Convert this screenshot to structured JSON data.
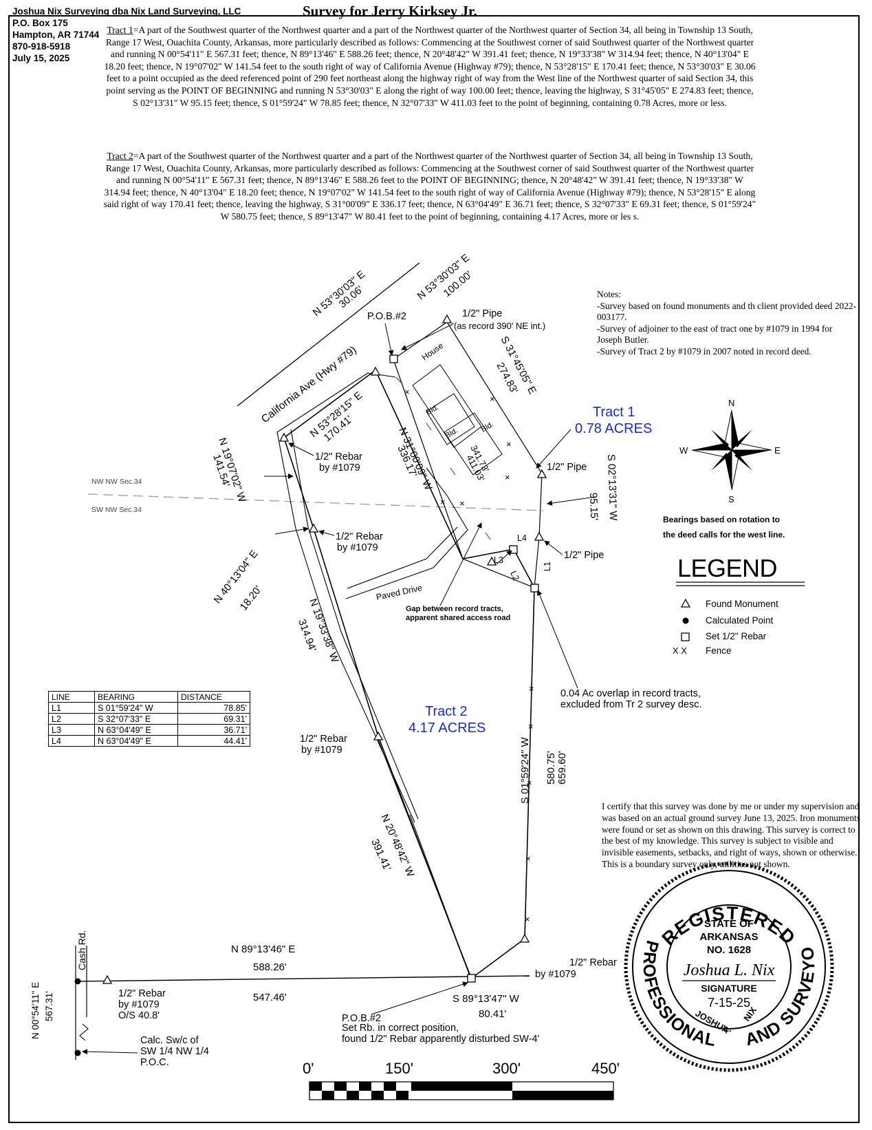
{
  "header": {
    "company": "Joshua Nix Surveying dba Nix Land Surveying, LLC",
    "address1": "P.O. Box 175",
    "address2": "Hampton, AR 71744",
    "phone": "870-918-5918",
    "date": "July 15, 2025"
  },
  "title": "Survey for Jerry Kirksey Jr.",
  "tract1_desc": {
    "label": "Tract 1",
    "text": "=A part of the Southwest quarter of the Northwest quarter and a part of the Northwest quarter of the Northwest quarter of Section 34, all being in Township 13 South, Range 17 West, Ouachita County, Arkansas, more particularly described as follows: Commencing at the Southwest corner of said Southwest quarter of the Northwest quarter and running N 00°54'11\" E 567.31 feet; thence, N 89°13'46\" E 588.26 feet; thence, N 20°48'42\" W 391.41 feet; thence, N 19°33'38\" W 314.94 feet; thence, N 40°13'04\" E 18.20 feet; thence, N 19°07'02\" W 141.54 feet to the south right of way of California Avenue (Highway #79); thence, N 53°28'15\" E 170.41 feet; thence, N 53°30'03\" E 30.06 feet to a point occupied as the deed referenced point of 290 feet northeast along the highway right of way from the West line of the Northwest quarter of said Section 34, this point serving as the POINT OF BEGINNING and running N 53°30'03\" E along the right of way 100.00 feet; thence, leaving the highway, S 31°45'05\" E 274.83 feet; thence, S 02°13'31\" W 95.15 feet; thence, S 01°59'24\" W 78.85 feet; thence, N 32°07'33\" W 411.03 feet to the point of beginning, containing 0.78 Acres, more or less."
  },
  "tract2_desc": {
    "label": "Tract 2",
    "text": "=A part of the Southwest quarter of the Northwest quarter and a part of the Northwest quarter of the Northwest quarter of Section 34, all being in Township 13 South, Range 17 West, Ouachita County, Arkansas, more particularly described as follows: Commencing at the Southwest corner of said Southwest quarter of the Northwest quarter and running N 00°54'11\" E 567.31 feet; thence, N 89°13'46\" E 588.26 feet to the POINT OF BEGINNING; thence, N 20°48'42\" W 391.41 feet; thence, N 19°33'38\" W 314.94 feet; thence, N 40°13'04\" E 18.20 feet; thence, N 19°07'02\" W 141.54 feet to the south right of way of California Avenue (Highway #79); thence, N 53°28'15\" E along said right of way 170.41 feet; thence, leaving the highway, S 31°00'09\" E 336.17 feet; thence, N 63°04'49\" E 36.71 feet; thence, S 32°07'33\" E 69.31 feet; thence, S 01°59'24\" W 580.75 feet; thence, S 89°13'47\" W 80.41 feet to the point of beginning, containing 4.17 Acres, more or les s."
  },
  "notes": {
    "heading": "Notes:",
    "items": [
      "-Survey based on found monuments and th client provided deed 2022-003177.",
      "-Survey of adjoiner to the east of tract one by #1079 in 1994 for Joseph Butler.",
      "-Survey of Tract 2 by #1079 in 2007 noted in record deed."
    ]
  },
  "bearing_note": [
    "Bearings based on rotation to",
    "the deed calls for the west line."
  ],
  "compass": {
    "n": "N",
    "s": "S",
    "e": "E",
    "w": "W"
  },
  "legend": {
    "title": "LEGEND",
    "items": [
      "Found Monument",
      "Calculated Point",
      "Set 1/2\" Rebar",
      "Fence"
    ],
    "fence_symbol": "X   X"
  },
  "line_table": {
    "headers": [
      "LINE",
      "BEARING",
      "DISTANCE"
    ],
    "rows": [
      [
        "L1",
        "S 01°59'24\" W",
        "78.85'"
      ],
      [
        "L2",
        "S 32°07'33\" E",
        "69.31'"
      ],
      [
        "L3",
        "N 63°04'49\" E",
        "36.71'"
      ],
      [
        "L4",
        "N 63°04'49\" E",
        "44.41'"
      ]
    ]
  },
  "certification": "I certify that this survey was done by me or under my supervision and was based on an actual ground survey June 13, 2025. Iron monuments were found or set as shown on this drawing. This survey is correct to the best of my knowledge. This survey is subject to visible and invisible easements, setbacks, and right of ways, shown or otherwise. This is a boundary survey only, utilities not shown.",
  "seal": {
    "top": "REGISTERED",
    "left": "PROFESSIONAL",
    "right": "LAND SURVEYOR",
    "state1": "STATE OF",
    "state2": "ARKANSAS",
    "number": "NO. 1628",
    "signature": "Joshua L. Nix",
    "sig_label": "SIGNATURE",
    "date": "7-15-25",
    "name1": "JOSHUA",
    "name2": "L.",
    "name3": "NIX"
  },
  "scale": {
    "labels": [
      "0'",
      "150'",
      "300'",
      "450'"
    ]
  },
  "drawing": {
    "road": "California Ave (Hwy #79)",
    "cash_rd": "Cash Rd.",
    "paved_drive": "Paved Drive",
    "tract1_name": "Tract 1",
    "tract1_area": "0.78 ACRES",
    "tract2_name": "Tract 2",
    "tract2_area": "4.17 ACRES",
    "nw_nw": "NW NW Sec.34",
    "sw_nw": "SW NW Sec.34",
    "house": "House",
    "bld": "Bld.",
    "pob2_top": "P.O.B.#2",
    "pob2_bottom": "P.O.B.#2",
    "pob2_note1": "Set Rb. in correct position,",
    "pob2_note2": "found 1/2\" Rebar apparently disturbed SW-4'",
    "pipe_top1": "1/2\" Pipe",
    "pipe_top2": "(as record 390' NE int.)",
    "pipe_mid": "1/2\" Pipe",
    "pipe_low": "1/2\" Pipe",
    "rebar": "1/2\" Rebar",
    "by1079": "by #1079",
    "os": "O/S 40.8'",
    "calc1": "Calc. Sw/c of",
    "calc2": "SW 1/4 NW 1/4",
    "calc3": "P.O.C.",
    "gap1": "Gap between record tracts,",
    "gap2": "apparent shared access road",
    "overlap1": "0.04 Ac overlap in record tracts,",
    "overlap2": "excluded from Tr 2 survey desc.",
    "b_n5330a": "N 53°30'03\" E",
    "d_3006": "30.06'",
    "b_n5330b": "N 53°30'03\" E",
    "d_10000": "100.00'",
    "b_s3145": "S 31°45'05\" E",
    "d_27483": "274.83'",
    "b_n5328": "N 53°28'15\" E",
    "d_17041": "170.41'",
    "b_n3100": "N 31°00'09\" W",
    "d_33617": "336.17'",
    "d_34173": "341.73'",
    "d_41103": "411.03'",
    "b_n1907": "N 19°07'02\" W",
    "d_14154": "141.54'",
    "b_s0213": "S 02°13'31\" W",
    "d_9515": "95.15'",
    "b_n4013": "N 40°13'04\" E",
    "d_1820": "18.20'",
    "b_n1933": "N 19°33'38\" W",
    "d_31494": "314.94'",
    "b_s0159": "S 01°59'24\" W",
    "d_58075": "580.75'",
    "d_65960": "659.60'",
    "b_n2048": "N 20°48'42\" W",
    "d_39141": "391.41'",
    "b_n8913": "N 89°13'46\" E",
    "d_58826": "588.26'",
    "d_54746": "547.46'",
    "b_s8913": "S 89°13'47\" W",
    "d_8041": "80.41'",
    "b_n0054": "N 00°54'11\" E",
    "d_56731": "567.31'",
    "l1": "L1",
    "l2": "L2",
    "l3": "L3",
    "l4": "L4"
  }
}
